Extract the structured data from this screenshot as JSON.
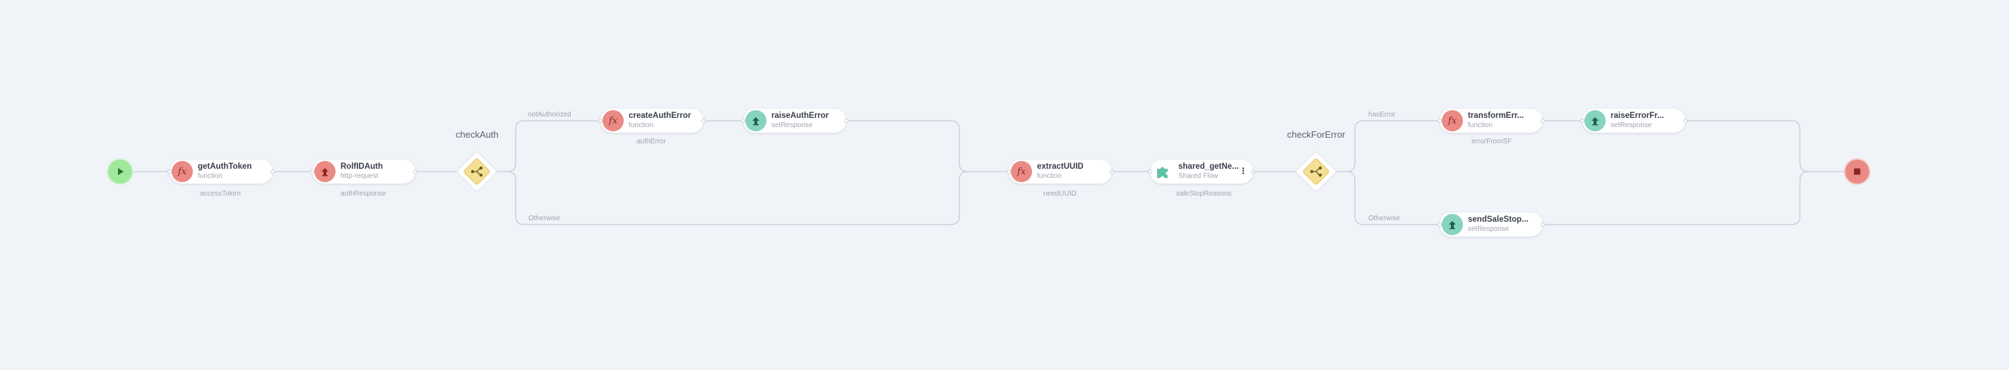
{
  "nodes": {
    "getAuthToken": {
      "name": "getAuthToken",
      "type": "function",
      "output": "accessToken"
    },
    "rolfidAuth": {
      "name": "RolfIDAuth",
      "type": "http-request",
      "output": "authResponse"
    },
    "createAuthError": {
      "name": "createAuthError",
      "type": "function",
      "output": "authError"
    },
    "raiseAuthError": {
      "name": "raiseAuthError",
      "type": "setResponse",
      "output": ""
    },
    "extractUUID": {
      "name": "extractUUID",
      "type": "function",
      "output": "needUUID"
    },
    "sharedGetNe": {
      "name": "shared_getNe...",
      "type": "Shared Flow",
      "output": "saleStopReasons"
    },
    "transformErr": {
      "name": "transformErr...",
      "type": "function",
      "output": "errorFromSF"
    },
    "raiseErrorFr": {
      "name": "raiseErrorFr...",
      "type": "setResponse",
      "output": ""
    },
    "sendSaleStop": {
      "name": "sendSaleStop...",
      "type": "setResponse",
      "output": ""
    }
  },
  "gateways": {
    "checkAuth": {
      "name": "checkAuth",
      "branch_top": "notAuthorized",
      "branch_bottom": "Otherwise"
    },
    "checkForError": {
      "name": "checkForError",
      "branch_top": "hasError",
      "branch_bottom": "Otherwise"
    }
  },
  "icons": {
    "function": "fx-icon",
    "http": "upload-icon",
    "response": "upload-icon",
    "shared": "puzzle-icon",
    "gateway": "branch-icon",
    "start": "play-icon",
    "end": "stop-icon"
  },
  "colors": {
    "background": "#f0f3f8",
    "function_icon": "#e98b84",
    "response_icon": "#86d3bf",
    "gateway_fill": "#f4df95",
    "start": "#9fe89c",
    "end": "#e98b84",
    "edge": "#c6ccd6"
  }
}
